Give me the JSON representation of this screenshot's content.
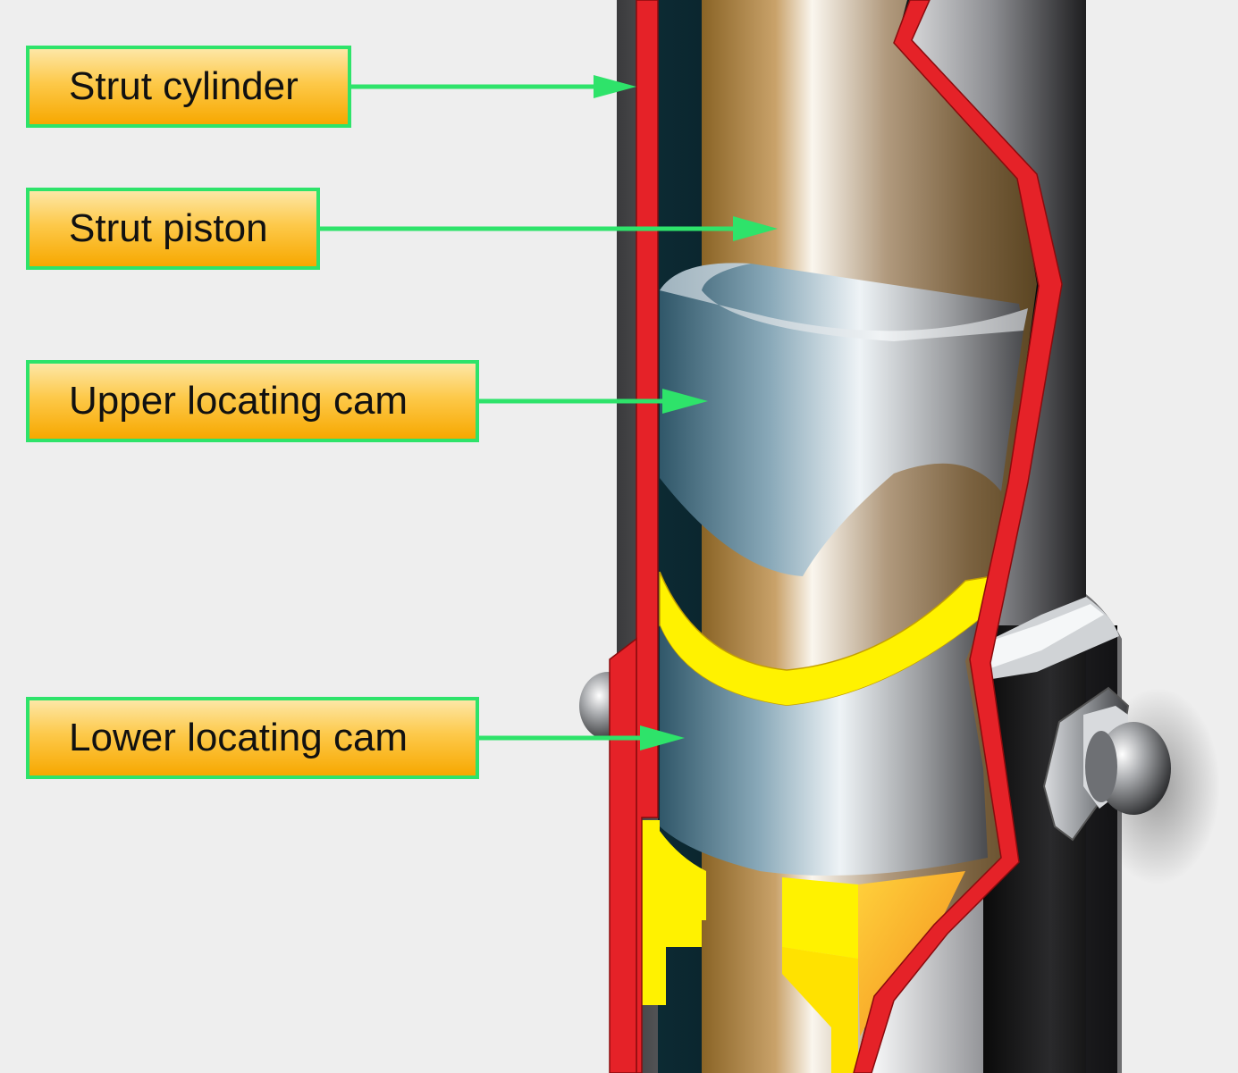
{
  "labels": [
    {
      "id": "strut-cylinder",
      "text": "Strut cylinder"
    },
    {
      "id": "strut-piston",
      "text": "Strut piston"
    },
    {
      "id": "upper-locating-cam",
      "text": "Upper locating cam"
    },
    {
      "id": "lower-locating-cam",
      "text": "Lower locating cam"
    }
  ],
  "colors": {
    "background": "#eeeeee",
    "label_border": "#2ee36a",
    "label_fill": "#fdc94a",
    "arrow": "#2ee36a",
    "cylinder_wall": "#e52228",
    "piston": "#9a7a55",
    "cam": "#8da5b5",
    "seal": "#fff200"
  }
}
